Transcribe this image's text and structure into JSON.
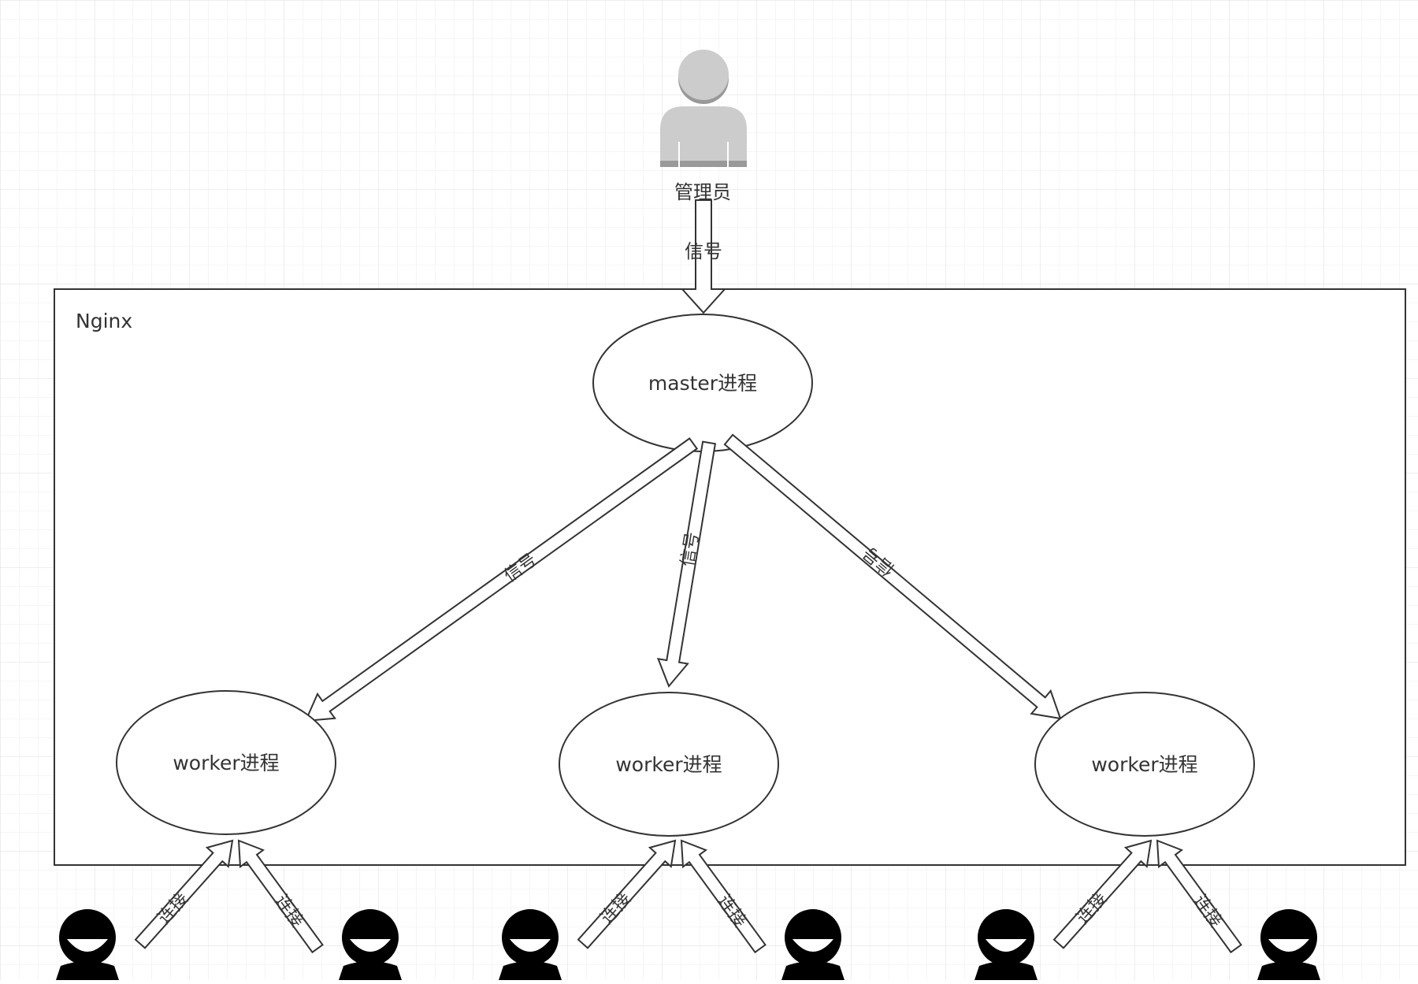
{
  "diagram": {
    "container_label": "Nginx",
    "admin": {
      "label": "管理员",
      "signal_label": "信号"
    },
    "master": {
      "label": "master进程"
    },
    "signal_labels": [
      "信号",
      "信号",
      "信号"
    ],
    "workers": [
      {
        "label": "worker进程",
        "connection_labels": [
          "连接",
          "连接"
        ]
      },
      {
        "label": "worker进程",
        "connection_labels": [
          "连接",
          "连接"
        ]
      },
      {
        "label": "worker进程",
        "connection_labels": [
          "连接",
          "连接"
        ]
      }
    ]
  },
  "colors": {
    "stroke": "#333333",
    "grid_minor": "#eeeeee",
    "grid_major": "#dddddd",
    "admin_fill": "#cccccc",
    "admin_shade": "#999999",
    "client_fill": "#000000",
    "background": "#ffffff"
  },
  "icons": {
    "admin": "admin-user-icon",
    "client": "client-user-icon"
  }
}
